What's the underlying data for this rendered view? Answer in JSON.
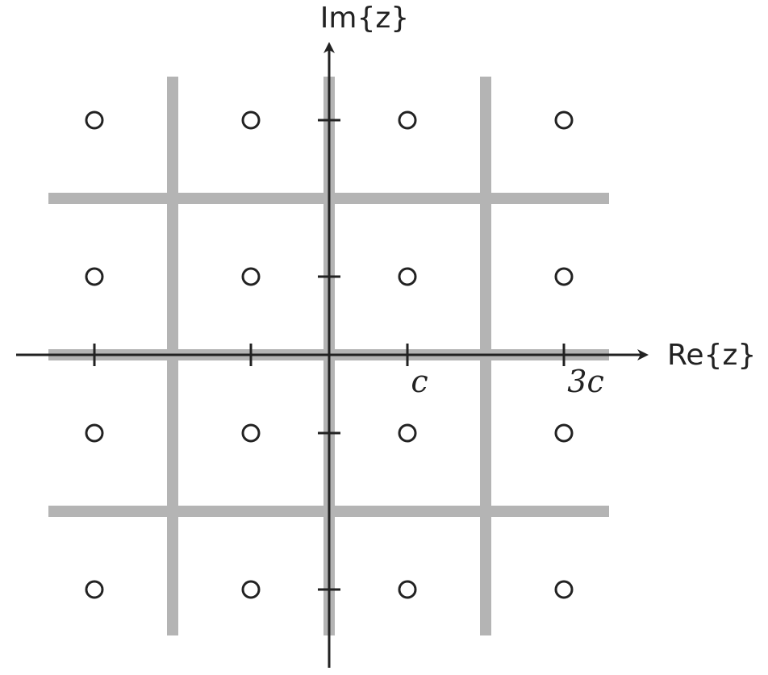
{
  "axes": {
    "x_label": "Re{z}",
    "y_label": "Im{z}"
  },
  "tick_labels": {
    "c": "c",
    "three_c": "3c"
  },
  "constellation": {
    "x_values": [
      -3,
      -1,
      1,
      3
    ],
    "y_values": [
      3,
      1,
      -1,
      -3
    ],
    "marker": "hollow-circle"
  },
  "decision_boundaries": {
    "x": [
      -2,
      0,
      2
    ],
    "y": [
      -2,
      0,
      2
    ]
  },
  "x_ticks": [
    -3,
    -1,
    1,
    3
  ],
  "y_ticks": [
    -3,
    -1,
    1,
    3
  ],
  "colors": {
    "axis": "#222222",
    "boundary": "#b4b4b4",
    "background": "#ffffff"
  }
}
